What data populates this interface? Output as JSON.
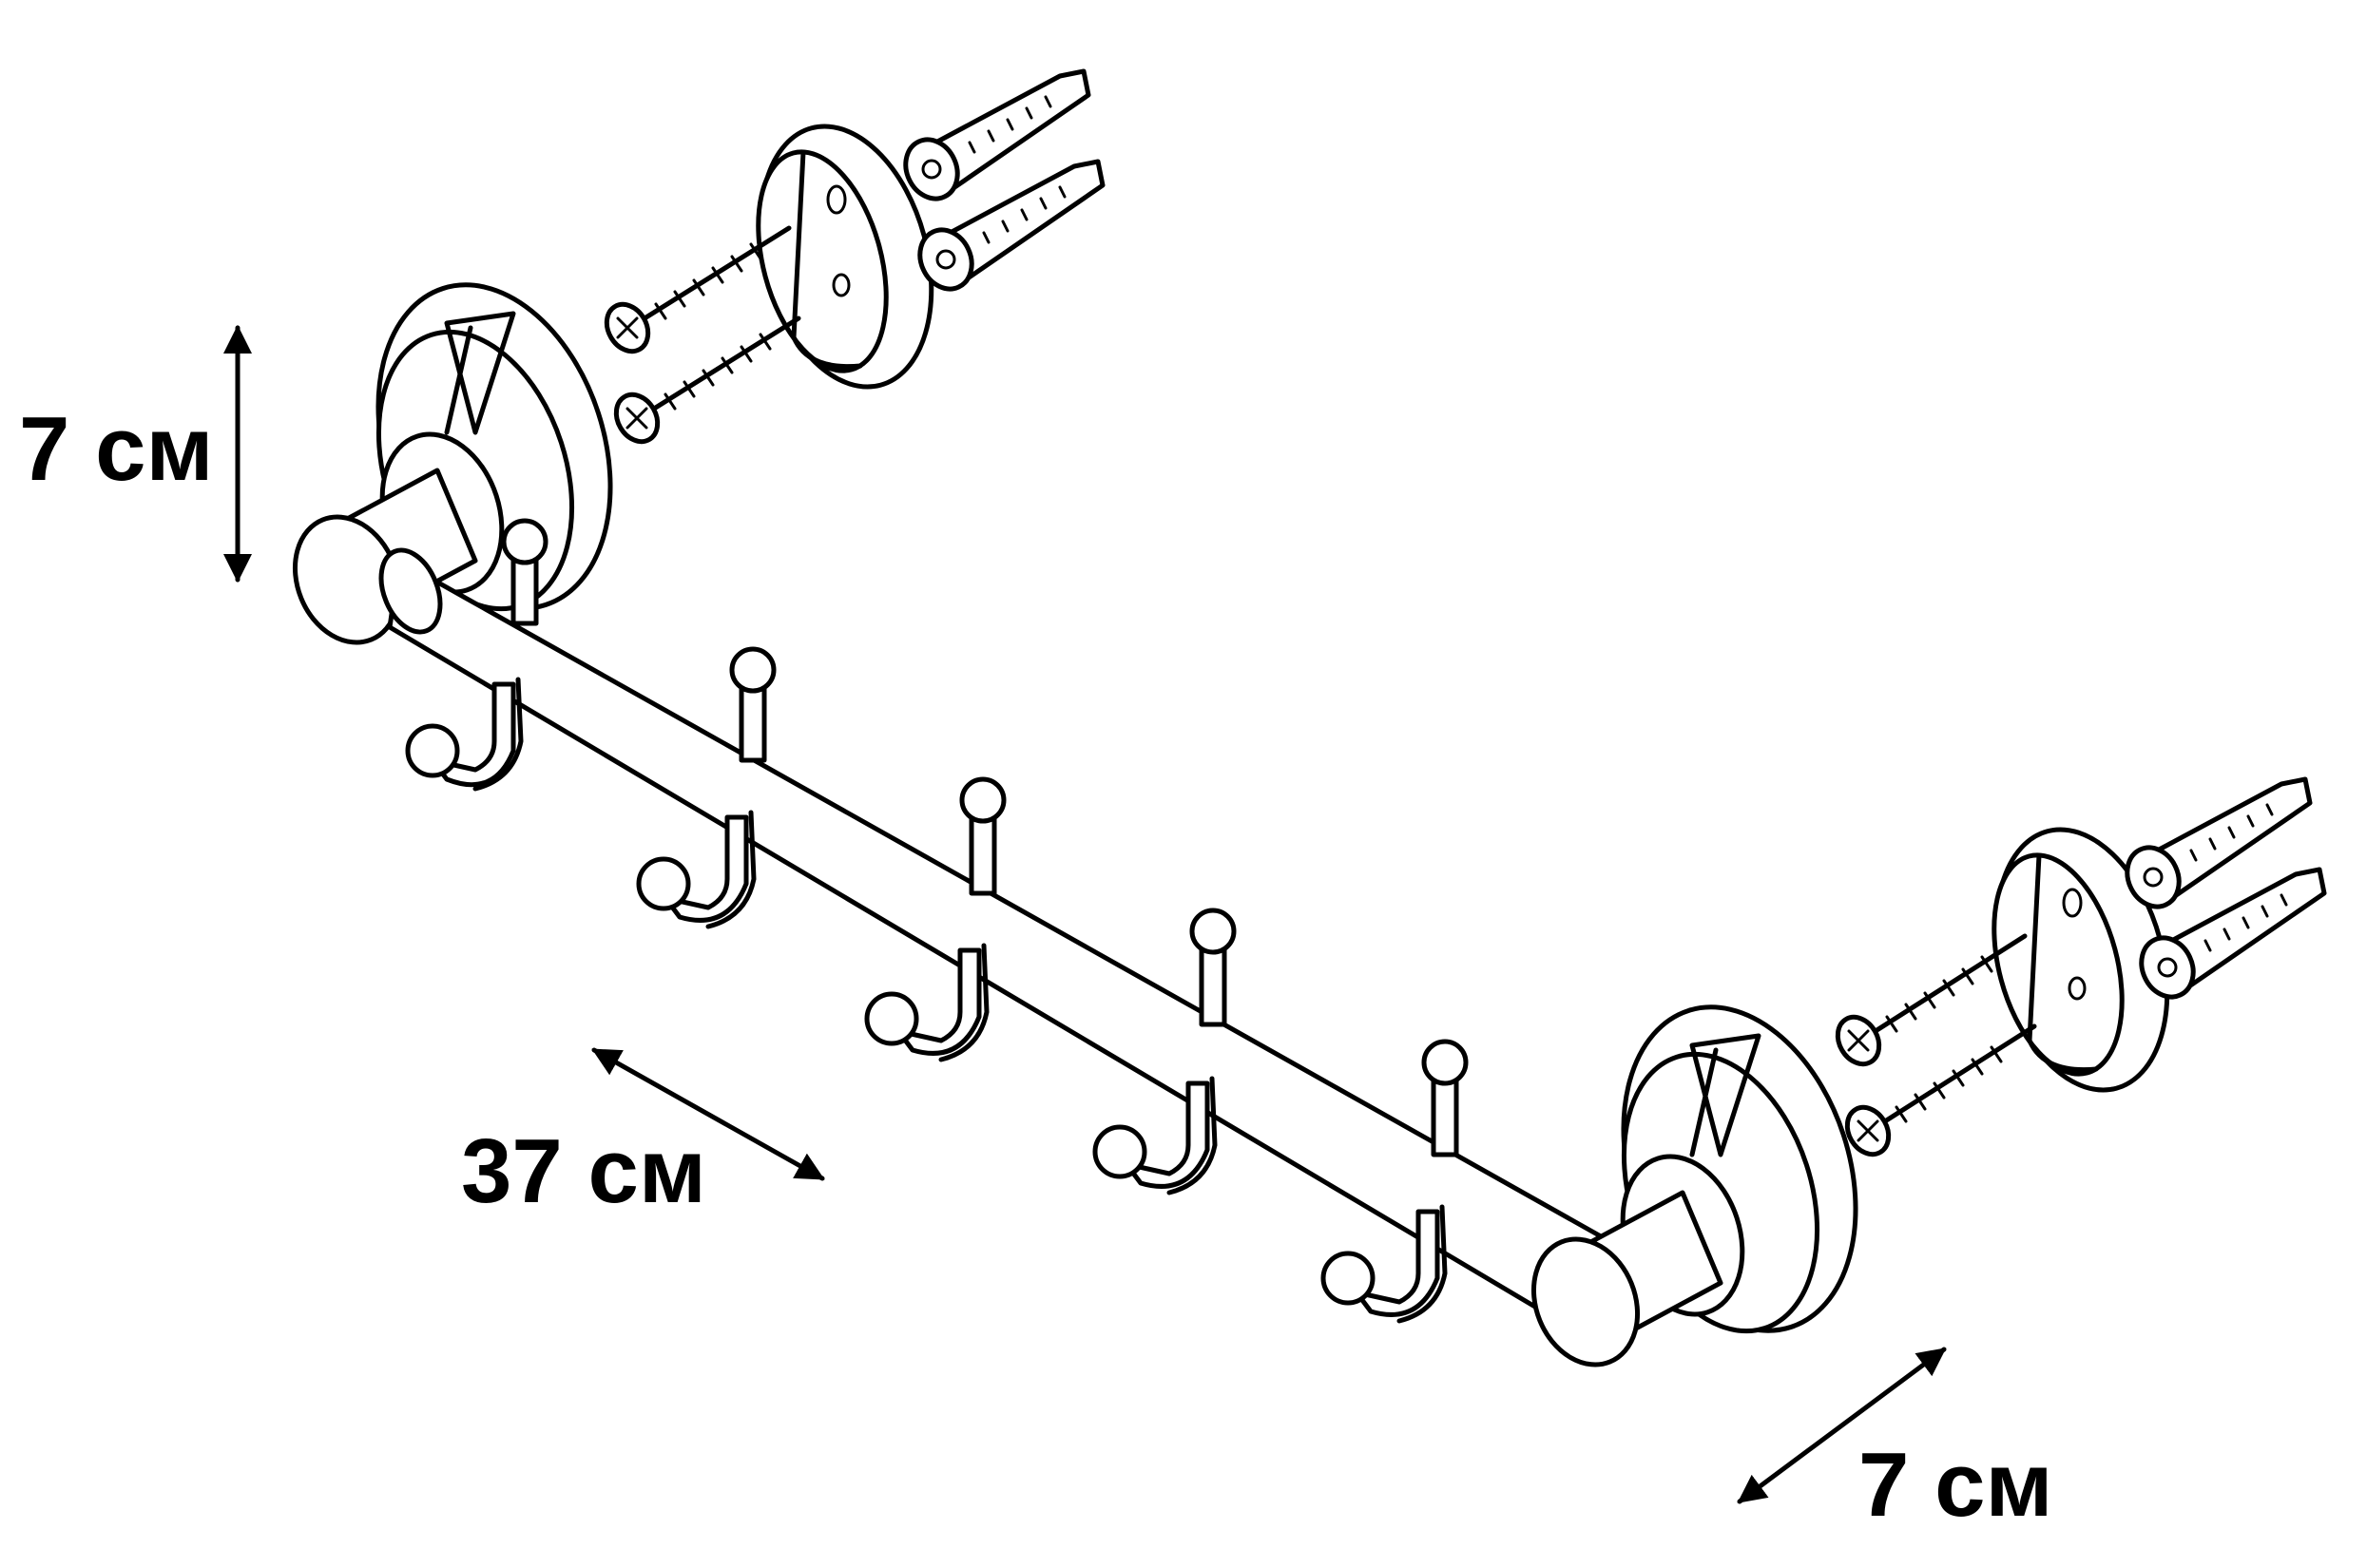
{
  "dimensions": {
    "height_label": "7 см",
    "length_label": "37 см",
    "depth_label": "7 см"
  },
  "product": {
    "hook_count": 5
  }
}
